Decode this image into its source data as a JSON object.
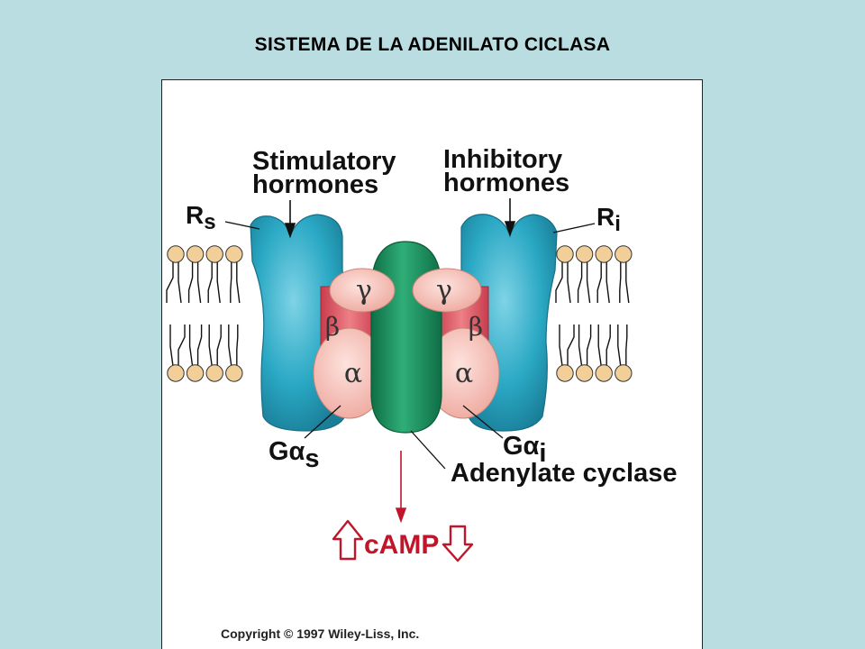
{
  "title": "SISTEMA DE LA ADENILATO CICLASA",
  "labels": {
    "stimulatory": [
      "Stimulatory",
      "hormones"
    ],
    "inhibitory": [
      "Inhibitory",
      "hormones"
    ],
    "rs": {
      "main": "R",
      "sub": "s"
    },
    "ri": {
      "main": "R",
      "sub": "i"
    },
    "gamma": "γ",
    "beta": "β",
    "alpha": "α",
    "gas": {
      "main": "Gα",
      "sub": "s"
    },
    "gai": {
      "main": "Gα",
      "sub": "i"
    },
    "adenylate_cyclase": "Adenylate cyclase",
    "camp": "cAMP"
  },
  "colors": {
    "receptor": "#2aa8c4",
    "cyclase": "#1f8f5f",
    "beta": "#d95a66",
    "gamma_alpha": "#f3b8b0",
    "membrane_head": "#f2cf98",
    "camp": "#c0152a"
  },
  "icons": {
    "camp_up": "arrow-up-icon",
    "camp_down": "arrow-down-icon"
  },
  "copyright": "Copyright © 1997 Wiley-Liss, Inc."
}
